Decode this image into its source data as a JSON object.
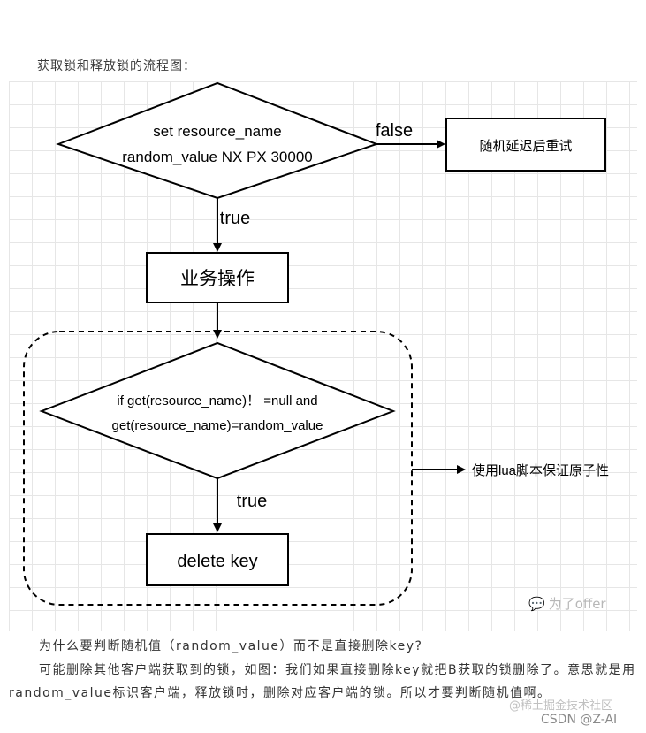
{
  "heading": "获取锁和释放锁的流程图：",
  "flow": {
    "decision1_line1": "set resource_name",
    "decision1_line2": "random_value NX PX 30000",
    "false_label": "false",
    "retry_box": "随机延迟后重试",
    "true_label_1": "true",
    "business_box": "业务操作",
    "decision2_line1": "if get(resource_name)！ =null and",
    "decision2_line2": "get(resource_name)=random_value",
    "true_label_2": "true",
    "delete_box": "delete key",
    "lua_note": "使用lua脚本保证原子性"
  },
  "wechat_watermark": "为了offer",
  "paragraphs": {
    "p1": "为什么要判断随机值（random_value）而不是直接删除key?",
    "p2": "可能删除其他客户端获取到的锁，如图：我们如果直接删除key就把B获取的锁删除了。意思就是用random_value标识客户端，释放锁时，删除对应客户端的锁。所以才要判断随机值啊。"
  },
  "watermark_juejin": "@稀土掘金技术社区",
  "watermark_csdn": "CSDN @Z-AI"
}
